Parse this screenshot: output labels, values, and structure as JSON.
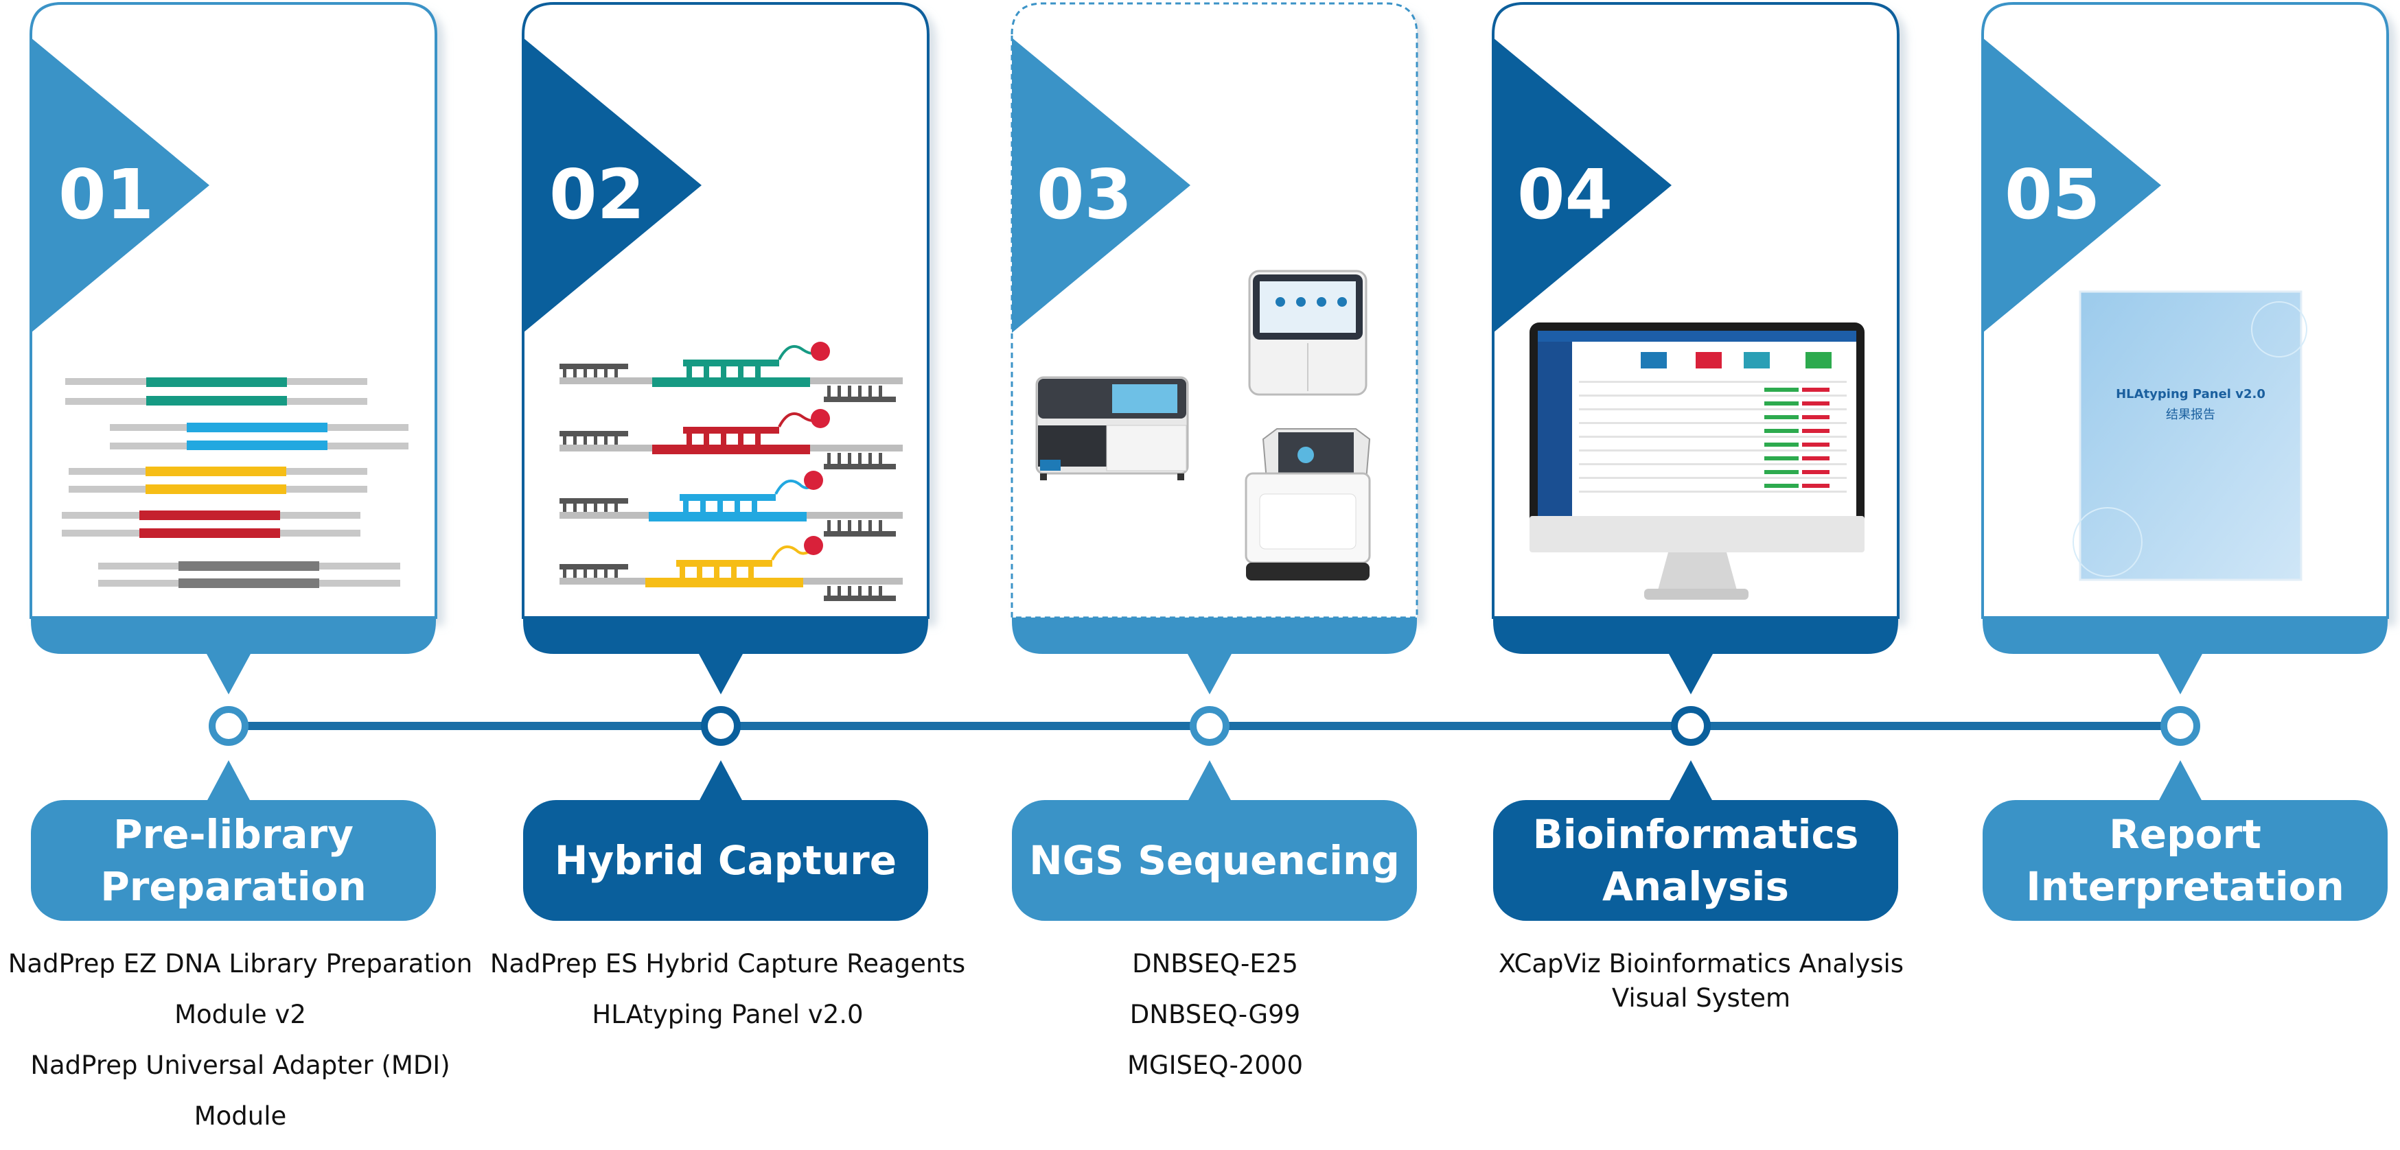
{
  "colors": {
    "light_blue": "#3a93c7",
    "dark_blue": "#0a5f9c",
    "mid_blue": "#1e7ab6",
    "timeline": "#1a6ea6"
  },
  "steps": [
    {
      "number": "01",
      "label": "Pre-library Preparation",
      "label_lines": [
        "Pre-library",
        "Preparation"
      ],
      "tone": "light",
      "description": [
        "NadPrep EZ DNA Library Preparation",
        "Module v2",
        "NadPrep Universal Adapter (MDI)",
        "Module"
      ]
    },
    {
      "number": "02",
      "label": "Hybrid Capture",
      "label_lines": [
        "Hybrid Capture"
      ],
      "tone": "dark",
      "description": [
        "NadPrep ES Hybrid Capture Reagents",
        "HLAtyping Panel v2.0"
      ]
    },
    {
      "number": "03",
      "label": "NGS Sequencing",
      "label_lines": [
        "NGS Sequencing"
      ],
      "tone": "light",
      "description": [
        "DNBSEQ-E25",
        "DNBSEQ-G99",
        "MGISEQ-2000"
      ]
    },
    {
      "number": "04",
      "label": "Bioinformatics Analysis",
      "label_lines": [
        "Bioinformatics",
        "Analysis"
      ],
      "tone": "dark",
      "description": [
        "XCapViz Bioinformatics Analysis",
        "Visual System"
      ]
    },
    {
      "number": "05",
      "label": "Report Interpretation",
      "label_lines": [
        "Report",
        "Interpretation"
      ],
      "tone": "light",
      "description": []
    }
  ],
  "report": {
    "title": "HLAtyping Panel v2.0",
    "subtitle": "结果报告"
  }
}
